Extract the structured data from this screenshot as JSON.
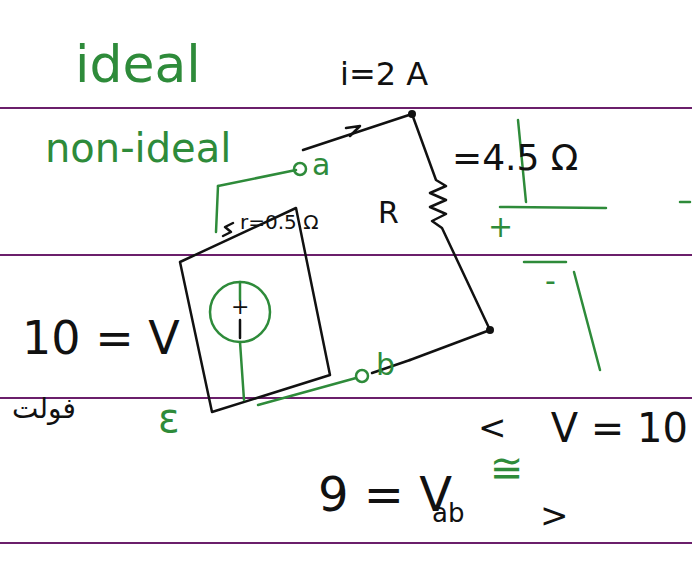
{
  "diagram": {
    "labels": [
      "ideal",
      "non-ideal",
      "i=2 A",
      "a",
      "r=0.5 Ω",
      "R",
      "=4.5 Ω",
      "+",
      "10 = V",
      "فولت",
      "ε",
      "b",
      "+",
      "-",
      "9 = V",
      "ab",
      "≅",
      "V = 10",
      "<",
      ">"
    ]
  }
}
